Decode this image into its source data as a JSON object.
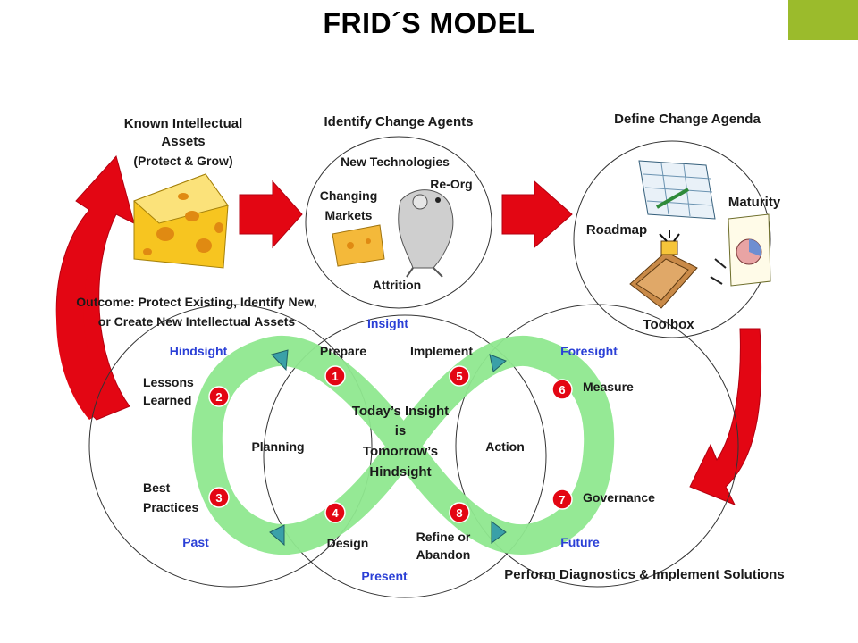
{
  "title": "FRID´S MODEL",
  "colors": {
    "accent": "#9bbb2c",
    "arrow": "#e30613",
    "loop": "#8fe88f",
    "label_blue": "#2a3fd6",
    "badge": "#e30613"
  },
  "top_row": {
    "known_assets": {
      "line1": "Known Intellectual",
      "line2": "Assets",
      "line3": "(Protect & Grow)"
    },
    "change_agents": {
      "heading": "Identify Change Agents",
      "items": [
        "New Technologies",
        "Re-Org",
        "Changing",
        "Markets",
        "Attrition"
      ]
    },
    "change_agenda": {
      "heading": "Define Change Agenda",
      "items": [
        "Maturity",
        "Roadmap",
        "Toolbox"
      ]
    }
  },
  "outcome": {
    "line1": "Outcome: Protect Existing, Identify New,",
    "line2": "or Create New Intellectual Assets"
  },
  "circles": {
    "left": {
      "top": "Hindsight",
      "bottom": "Past",
      "center": "Planning"
    },
    "middle": {
      "top": "Insight",
      "bottom": "Present"
    },
    "right": {
      "top": "Foresight",
      "bottom": "Future",
      "center": "Action"
    }
  },
  "center_text": [
    "Today’s Insight",
    "is",
    "Tomorrow’s",
    "Hindsight"
  ],
  "steps": [
    {
      "num": "1",
      "label": "Prepare"
    },
    {
      "num": "2",
      "label_lines": [
        "Lessons",
        "Learned"
      ]
    },
    {
      "num": "3",
      "label_lines": [
        "Best",
        "Practices"
      ]
    },
    {
      "num": "4",
      "label": "Design"
    },
    {
      "num": "5",
      "label": "Implement"
    },
    {
      "num": "6",
      "label": "Measure"
    },
    {
      "num": "7",
      "label": "Governance"
    },
    {
      "num": "8",
      "label_lines": [
        "Refine or",
        "Abandon"
      ]
    }
  ],
  "footer": "Perform Diagnostics & Implement Solutions"
}
